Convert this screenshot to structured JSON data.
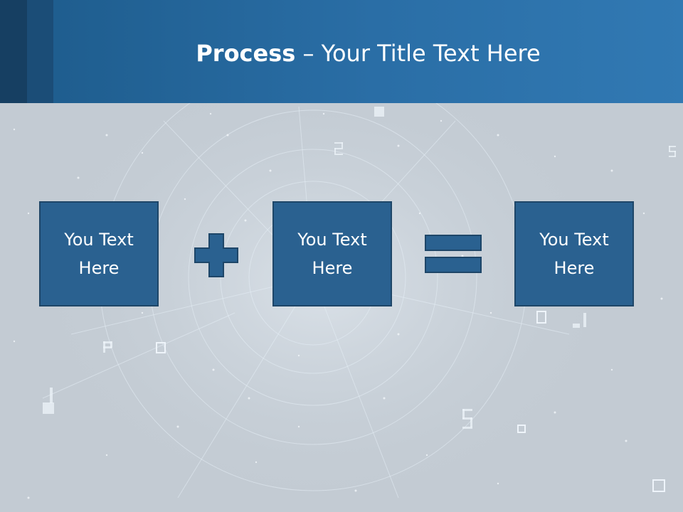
{
  "title": {
    "bold_part": "Process",
    "separator": " – ",
    "rest": "Your Title Text Here"
  },
  "boxes": [
    {
      "label": "You Text Here"
    },
    {
      "label": "You Text Here"
    },
    {
      "label": "You Text Here"
    }
  ],
  "operators": [
    "plus-icon",
    "equals-icon"
  ],
  "colors": {
    "header": "#2a6ea6",
    "box_fill": "#2a6190",
    "box_border": "#1e4668",
    "background": "#c3cbd3"
  }
}
